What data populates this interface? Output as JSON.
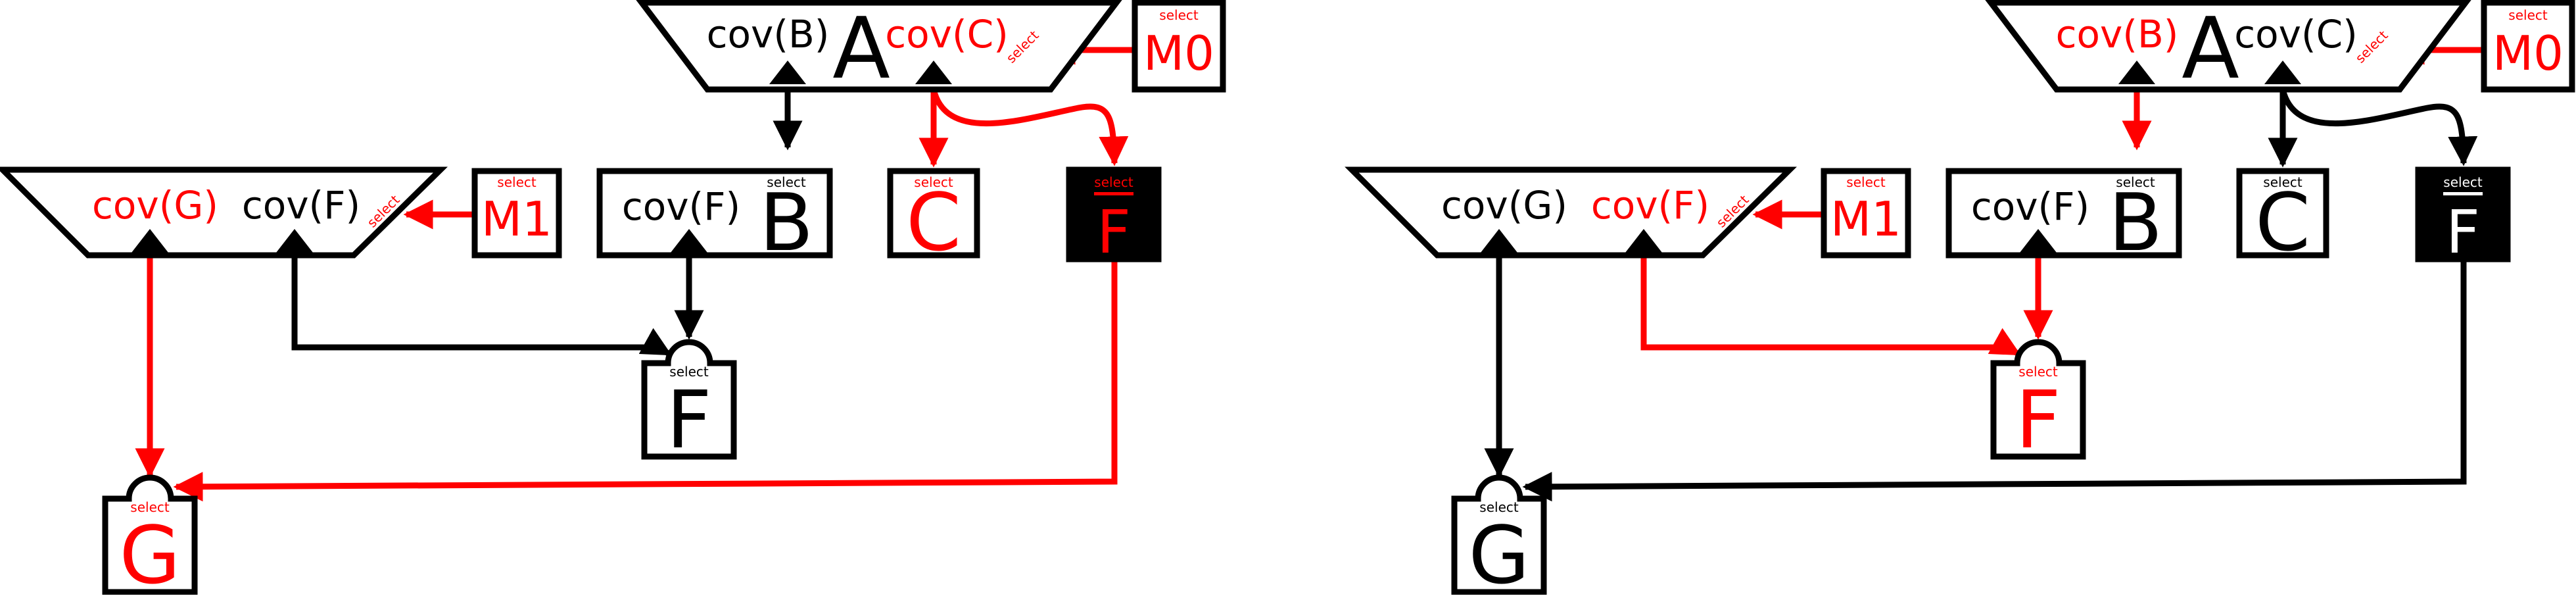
{
  "colors": {
    "active": "#ff0000",
    "inactive": "#000000",
    "background": "#ffffff"
  },
  "panels": [
    {
      "mux_a": {
        "label": "A",
        "left_input": "cov(B)",
        "right_input": "cov(C)",
        "select_label": "select",
        "left_active": false,
        "right_active": true
      },
      "m0": {
        "label": "M0",
        "select_label": "select",
        "active": true
      },
      "mux_g": {
        "left_input": "cov(G)",
        "right_input": "cov(F)",
        "select_label": "select",
        "left_active": true,
        "right_active": false
      },
      "m1": {
        "label": "M1",
        "select_label": "select",
        "active": true
      },
      "b": {
        "label": "B",
        "input": "cov(F)",
        "select_label": "select",
        "active": false
      },
      "c": {
        "label": "C",
        "select_label": "select",
        "active": true
      },
      "fbar": {
        "label": "F",
        "select_label": "select",
        "active": true
      },
      "join_f": {
        "label": "F",
        "select_label": "select",
        "active": false
      },
      "join_g": {
        "label": "G",
        "select_label": "select",
        "active": true
      },
      "edges": {
        "a_to_b": false,
        "a_to_c": true,
        "a_to_fbar": true,
        "g_left_to_join_g": true,
        "g_right_to_join_f": false,
        "b_to_join_f": false,
        "fbar_to_join_g": true,
        "m0_to_a": true,
        "m1_to_g": true
      }
    },
    {
      "mux_a": {
        "label": "A",
        "left_input": "cov(B)",
        "right_input": "cov(C)",
        "select_label": "select",
        "left_active": true,
        "right_active": false
      },
      "m0": {
        "label": "M0",
        "select_label": "select",
        "active": true
      },
      "mux_g": {
        "left_input": "cov(G)",
        "right_input": "cov(F)",
        "select_label": "select",
        "left_active": false,
        "right_active": true
      },
      "m1": {
        "label": "M1",
        "select_label": "select",
        "active": true
      },
      "b": {
        "label": "B",
        "input": "cov(F)",
        "select_label": "select",
        "active": false
      },
      "c": {
        "label": "C",
        "select_label": "select",
        "active": false
      },
      "fbar": {
        "label": "F",
        "select_label": "select",
        "active": false
      },
      "join_f": {
        "label": "F",
        "select_label": "select",
        "active": true
      },
      "join_g": {
        "label": "G",
        "select_label": "select",
        "active": false
      },
      "edges": {
        "a_to_b": true,
        "a_to_c": false,
        "a_to_fbar": false,
        "g_left_to_join_g": false,
        "g_right_to_join_f": true,
        "b_to_join_f": true,
        "fbar_to_join_g": false,
        "m0_to_a": true,
        "m1_to_g": true
      }
    }
  ]
}
